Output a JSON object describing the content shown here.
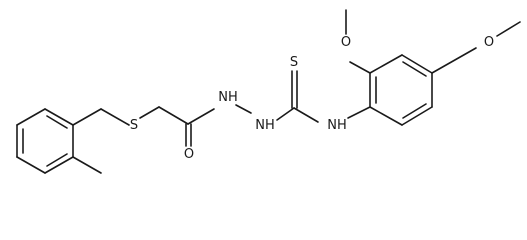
{
  "molecule": {
    "labels": {
      "s_thioether": "S",
      "o_carbonyl": "O",
      "nh_hydrazide_1": "NH",
      "nh_hydrazide_2": "NH",
      "s_thione": "S",
      "nh_aryl": "NH",
      "o_methoxy_2": "O",
      "o_methoxy_4": "O"
    }
  }
}
